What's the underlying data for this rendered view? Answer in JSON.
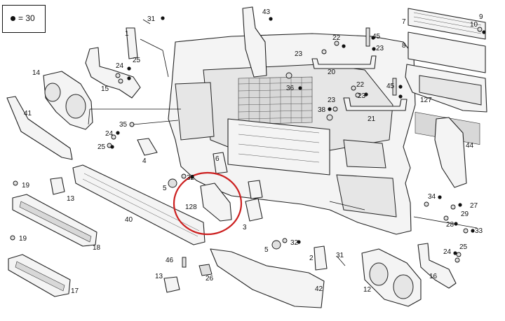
{
  "legend": {
    "text": "= 30",
    "dot_color": "#111111"
  },
  "highlight": {
    "part": "128",
    "color": "#cc1f1f"
  },
  "labels": {
    "l1": "1",
    "l2": "2",
    "l3": "3",
    "l4": "4",
    "l5a": "5",
    "l5b": "5",
    "l6": "6",
    "l7": "7",
    "l8": "8",
    "l9": "9",
    "l10": "10",
    "l12": "12",
    "l13a": "13",
    "l13b": "13",
    "l14": "14",
    "l15": "15",
    "l16": "16",
    "l17": "17",
    "l18": "18",
    "l19a": "19",
    "l19b": "19",
    "l20": "20",
    "l21": "21",
    "l22a": "22",
    "l22b": "22",
    "l23a": "23",
    "l23b": "23",
    "l23c": "23",
    "l23d": "23",
    "l24a": "24",
    "l24b": "24",
    "l24c": "24",
    "l25a": "25",
    "l25b": "25",
    "l25c": "25",
    "l26": "26",
    "l27": "27",
    "l28": "28",
    "l29": "29",
    "l31a": "31",
    "l31b": "31",
    "l32a": "32",
    "l32b": "32",
    "l33": "33",
    "l34": "34",
    "l35": "35",
    "l36": "36",
    "l38": "38",
    "l40": "40",
    "l41": "41",
    "l42": "42",
    "l43": "43",
    "l44": "44",
    "l45a": "45",
    "l45b": "45",
    "l46": "46",
    "l127": "127",
    "l128": "128"
  }
}
